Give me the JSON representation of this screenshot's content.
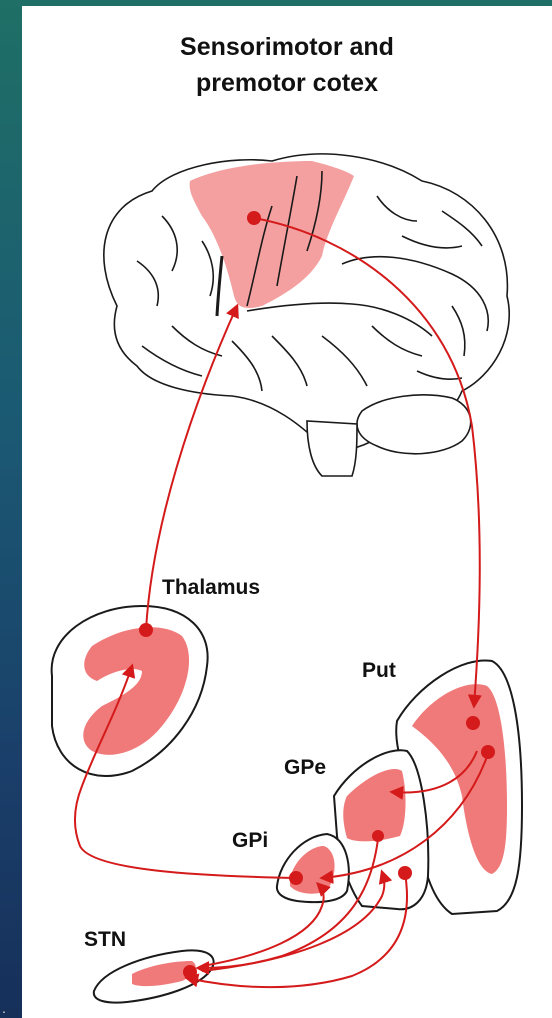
{
  "title_line1": "Sensorimotor and",
  "title_line2": "premotor cotex",
  "labels": {
    "thalamus": "Thalamus",
    "put": "Put",
    "gpe": "GPe",
    "gpi": "GPi",
    "stn": "STN"
  },
  "colors": {
    "highlight": "#f5a0a0",
    "region_fill": "#f07a7a",
    "pathway": "#d41a1a",
    "outline": "#1a1a1a"
  }
}
